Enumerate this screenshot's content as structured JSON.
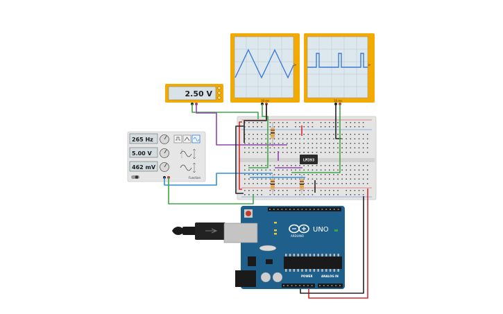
{
  "multimeter": {
    "reading": "2.50 V"
  },
  "function_generator": {
    "frequency": "265 Hz",
    "amplitude": "5.00 V",
    "offset": "462 mV"
  },
  "comparator_chip": {
    "label": "LM393"
  },
  "arduino": {
    "model": "UNO",
    "brand": "ARDUINO",
    "power_label": "POWER",
    "analog_label": "ANALOG IN"
  },
  "oscilloscope_left": {
    "waveform": "triangle",
    "line_color": "#3a7bd5"
  },
  "oscilloscope_right": {
    "waveform": "pulse",
    "line_color": "#3a7bd5"
  },
  "colors": {
    "instrument_frame": "#f2a900",
    "breadboard": "#e4e4e4",
    "arduino_board": "#1f5f8b",
    "wire_green": "#3aa845",
    "wire_purple": "#8e44ad",
    "wire_red": "#d62828",
    "wire_blue": "#2f8fd8",
    "wire_black": "#222222"
  }
}
